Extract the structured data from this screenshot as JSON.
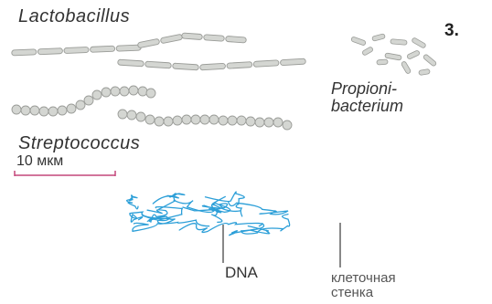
{
  "labels": {
    "lactobacillus": "Lactobacillus",
    "figure_number": "3.",
    "propionibacterium_line1": "Propioni-",
    "propionibacterium_line2": "bacterium",
    "streptococcus": "Streptococcus",
    "scale_bar": "10 мкм",
    "dna": "DNA",
    "cell_wall_line1": "клеточная",
    "cell_wall_line2": "стенка"
  },
  "colors": {
    "cell_fill": "#d4d6d2",
    "cell_outline": "#9a9c98",
    "dna": "#2c9fd8",
    "scale_bar": "#c4477a",
    "pointer": "#555555"
  }
}
